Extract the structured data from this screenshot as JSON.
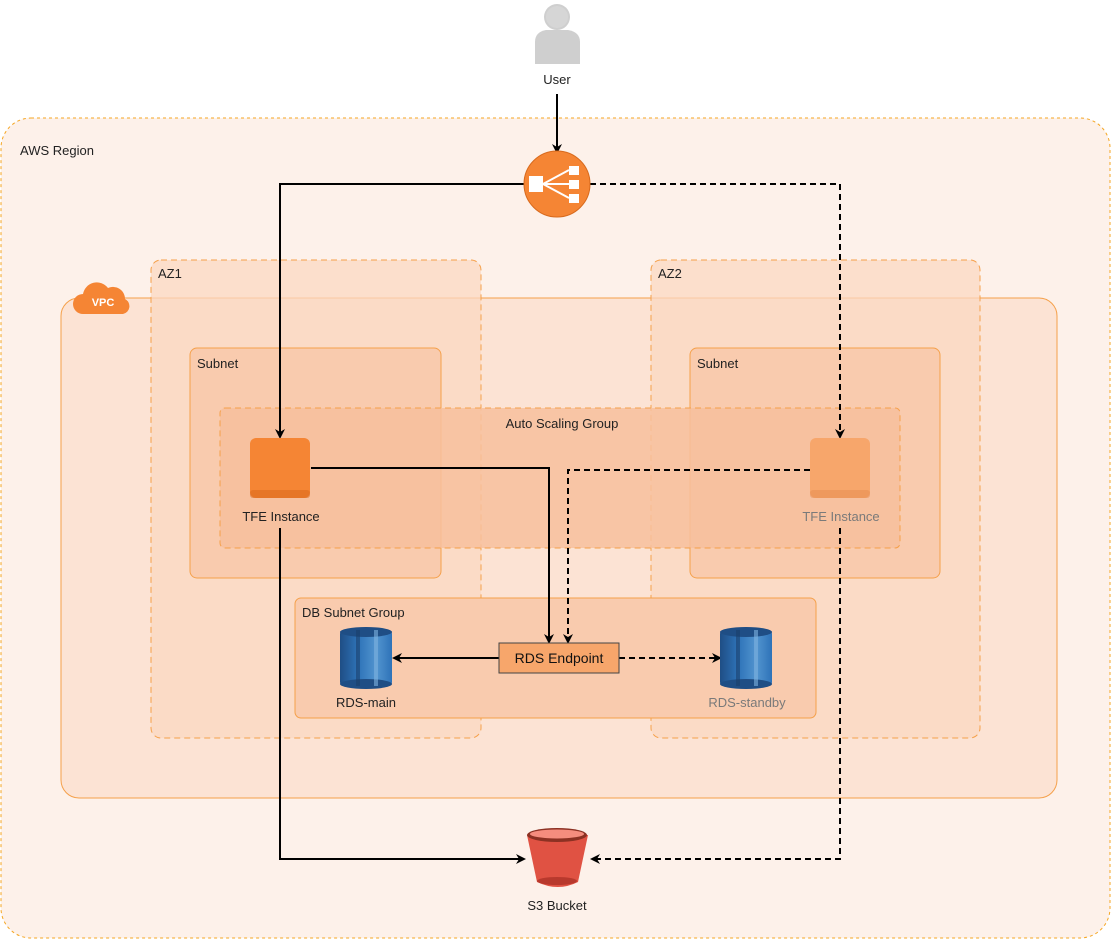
{
  "labels": {
    "user": "User",
    "region": "AWS Region",
    "vpc": "VPC",
    "az1": "AZ1",
    "az2": "AZ2",
    "subnet1": "Subnet",
    "subnet2": "Subnet",
    "asg": "Auto Scaling Group",
    "tfe1": "TFE Instance",
    "tfe2": "TFE Instance",
    "db_group": "DB Subnet Group",
    "rds_endpoint": "RDS Endpoint",
    "rds_main": "RDS-main",
    "rds_standby": "RDS-standby",
    "s3": "S3 Bucket"
  },
  "icons": {
    "user": "user-icon",
    "load_balancer": "load-balancer-icon",
    "vpc": "vpc-cloud-icon",
    "ec2": "ec2-instance-icon",
    "rds": "rds-database-icon",
    "s3": "s3-bucket-icon"
  },
  "colors": {
    "orange": "#F58534",
    "orange_light": "#F7A66B",
    "rds_blue": "#2E73B8",
    "s3_red": "#E05243",
    "region_fill": "#FDF1EA",
    "muted_text": "#7A7A7A"
  }
}
